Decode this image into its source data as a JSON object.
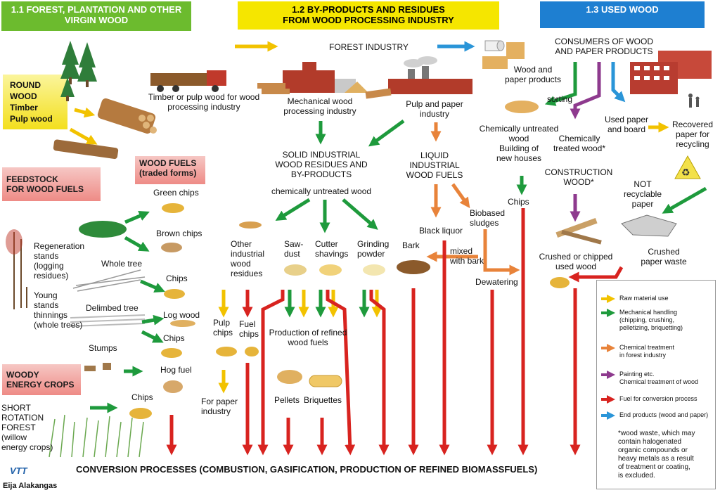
{
  "sections": {
    "s1": "1.1 FOREST, PLANTATION AND OTHER\nVIRGIN WOOD",
    "s2": "1.2 BY-PRODUCTS AND RESIDUES\nFROM WOOD PROCESSING INDUSTRY",
    "s3": "1.3 USED WOOD"
  },
  "colors": {
    "green_header": "#6cbb2e",
    "yellow_header": "#f5e600",
    "blue_header": "#1e7fd1",
    "arrow_yellow": "#f2c200",
    "arrow_green": "#1e9a3c",
    "arrow_orange": "#e8833a",
    "arrow_purple": "#8e3a8e",
    "arrow_red": "#d8231f",
    "arrow_blue": "#2a95d8"
  },
  "left": {
    "round_wood": "ROUND\nWOOD\nTimber\nPulp wood",
    "timber_label": "Timber or pulp wood for wood\nprocessing industry",
    "feedstock": "FEEDSTOCK\nFOR WOOD FUELS",
    "wood_fuels": "WOOD FUELS\n(traded forms)",
    "green_chips": "Green chips",
    "brown_chips": "Brown chips",
    "regeneration": "Regeneration\nstands\n(logging\nresidues)",
    "whole_tree": "Whole tree",
    "chips1": "Chips",
    "young_stands": "Young\nstands\nthinnings\n(whole  trees)",
    "delimbed": "Delimbed tree",
    "log_wood": "Log wood",
    "chips2": "Chips",
    "stumps": "Stumps",
    "hog_fuel": "Hog fuel",
    "woody_crops": "WOODY\nENERGY CROPS",
    "chips3": "Chips",
    "short_rotation": "SHORT\nROTATION\nFOREST\n(willow\nenergy crops)"
  },
  "middle": {
    "forest_industry": "FOREST INDUSTRY",
    "mechanical": "Mechanical wood\nprocessing industry",
    "pulp_paper": "Pulp and paper\nindustry",
    "solid": "SOLID INDUSTRIAL\nWOOD RESIDUES AND\nBY-PRODUCTS",
    "untreated": "chemically untreated wood",
    "liquid": "LIQUID\nINDUSTRIAL\nWOOD FUELS",
    "other_residues": "Other\nindustrial\nwood\nresidues",
    "sawdust": "Saw-\ndust",
    "cutter": "Cutter\nshavings",
    "grinding": "Grinding\npowder",
    "bark": "Bark",
    "black_liquor": "Black liquor",
    "biobased": "Biobased\nsludges",
    "mixed_bark": "mixed\nwith bark",
    "dewatering": "Dewatering",
    "pulp_chips": "Pulp\nchips",
    "fuel_chips": "Fuel\nchips",
    "refined": "Production of refined\nwood fuels",
    "pellets": "Pellets",
    "briquettes": "Briquettes",
    "for_paper": "For paper\nindustry"
  },
  "right": {
    "consumers": "CONSUMERS OF WOOD\nAND PAPER PRODUCTS",
    "wood_paper_products": "Wood and\npaper products",
    "sorting": "sorting",
    "chem_untreated": "Chemically untreated\nwood\nBuilding of\nnew houses",
    "chem_treated": "Chemically\ntreated wood*",
    "used_paper": "Used paper\nand board",
    "recovered": "Recovered\npaper for\nrecycling",
    "construction": "CONSTRUCTION\nWOOD*",
    "not_recyclable": "NOT\nrecyclable\npaper",
    "chips": "Chips",
    "crushed_used": "Crushed or chipped\nused  wood",
    "crushed_paper": "Crushed\npaper waste"
  },
  "legend": {
    "raw": "Raw material use",
    "mech": "Mechanical handling\n(chipping, crushing,\npelletizing, briquetting)",
    "chem": "Chemical  treatment\nin forest industry",
    "paint": "Painting etc.\nChemical treatment of wood",
    "fuel": "Fuel for conversion process",
    "end": "End products (wood and paper)",
    "note": "*wood waste, which may\ncontain halogenated\norganic compounds or\nheavy metals as a result\nof treatment or coating,\nis excluded."
  },
  "footer": {
    "conversion": "CONVERSION PROCESSES (COMBUSTION, GASIFICATION, PRODUCTION OF REFINED BIOMASSFUELS)",
    "logo": "VTT",
    "author": "Eija Alakangas"
  }
}
